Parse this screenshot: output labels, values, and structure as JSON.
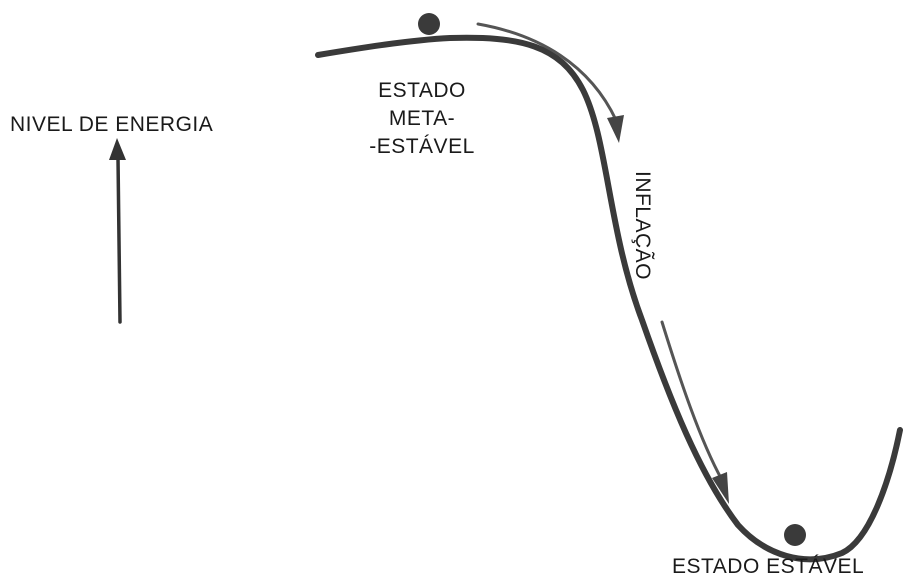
{
  "labels": {
    "energy_axis": "NIVEL DE ENERGIA",
    "metastable_line1": "ESTADO",
    "metastable_line2": "META-",
    "metastable_line3": "-ESTÁVEL",
    "inflation": "INFLAÇÃO",
    "stable": "ESTADO ESTÁVEL"
  },
  "colors": {
    "ink": "#2b2b2b",
    "curve": "#3a3a3a",
    "arrow": "#555555",
    "background": "#ffffff"
  }
}
